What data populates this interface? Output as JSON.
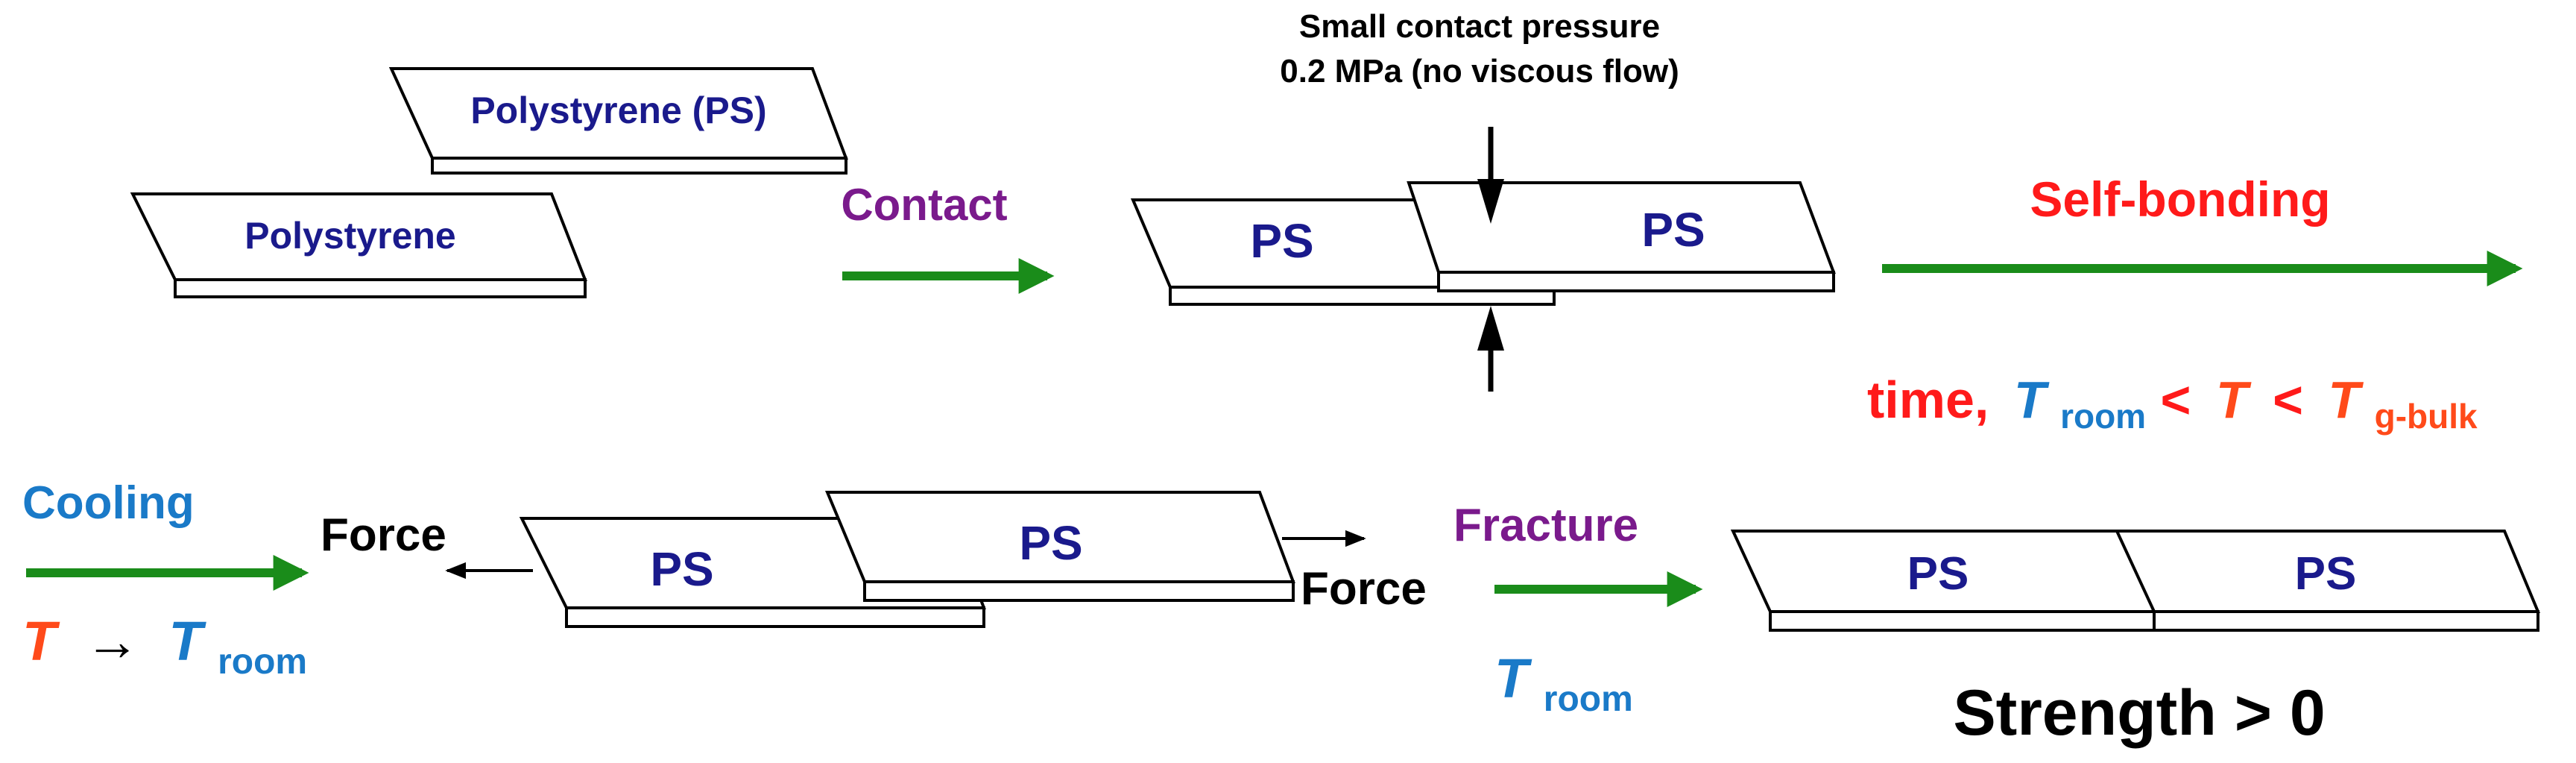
{
  "colors": {
    "label_navy": "#1a1a8c",
    "arrow_green": "#1a8c1a",
    "step_purple": "#7a1a8c",
    "bonding_red": "#ff1a1a",
    "t_blue": "#1a7ac8",
    "t_orange": "#ff4a1a",
    "black": "#000000"
  },
  "stage1": {
    "sheet_top_label": "Polystyrene (PS)",
    "sheet_bottom_label": "Polystyrene"
  },
  "contact": {
    "label": "Contact"
  },
  "stage2": {
    "pressure_line1": "Small contact pressure",
    "pressure_line2": "0.2 MPa (no viscous flow)",
    "ps_left": "PS",
    "ps_right": "PS"
  },
  "self_bonding": {
    "label": "Self-bonding",
    "cond_time": "time,",
    "cond_T1": "T",
    "cond_room_sub": "room",
    "cond_lt1": "<",
    "cond_T2": "T",
    "cond_lt2": "<",
    "cond_T3": "T",
    "cond_gbulk_sub": "g-bulk"
  },
  "cooling": {
    "label": "Cooling",
    "T_from": "T",
    "arrow_symbol": "→",
    "T_to": "T",
    "room_sub": "room"
  },
  "stage3": {
    "force_left": "Force",
    "force_right": "Force",
    "ps_left": "PS",
    "ps_right": "PS"
  },
  "fracture": {
    "label": "Fracture",
    "T": "T",
    "room_sub": "room"
  },
  "stage4": {
    "ps_left": "PS",
    "ps_right": "PS",
    "strength": "Strength > 0"
  }
}
